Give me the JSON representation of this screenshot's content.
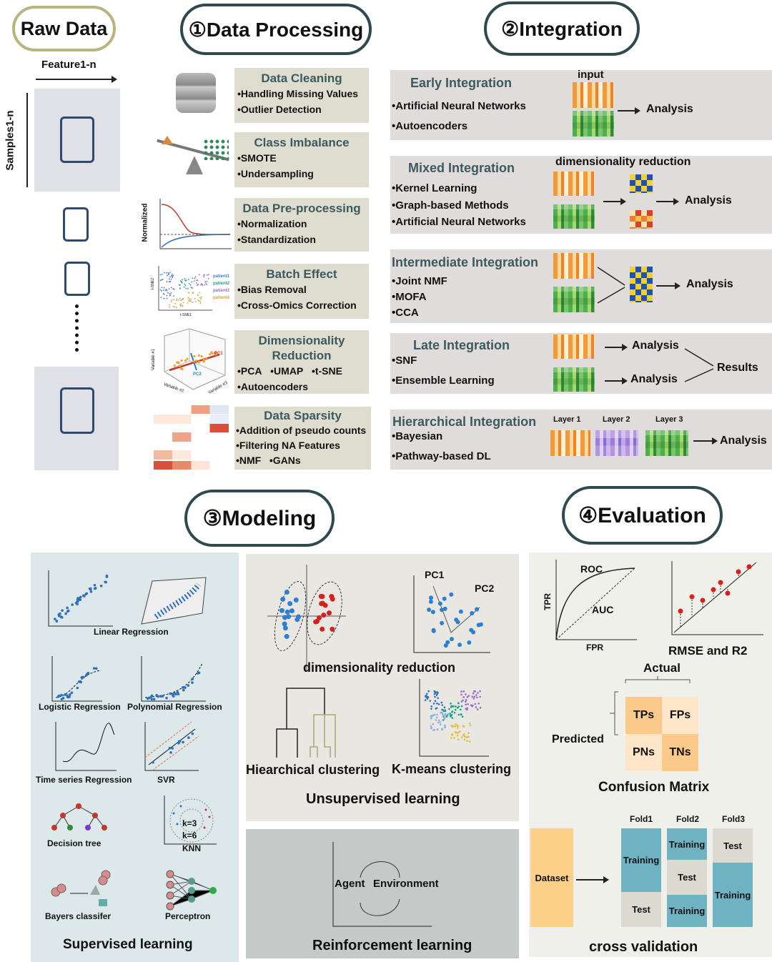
{
  "raw_data": {
    "title": "Raw Data",
    "feature_label": "Feature1-n",
    "samples_label": "Samples1-n"
  },
  "data_processing": {
    "title": "①Data Processing",
    "steps": [
      {
        "title": "Data Cleaning",
        "items": [
          "•Handling Missing Values",
          "•Outlier Detection"
        ]
      },
      {
        "title": "Class Imbalance",
        "items": [
          "•SMOTE",
          "•Undersampling"
        ]
      },
      {
        "title": "Data Pre-processing",
        "items": [
          "•Normalization",
          "•Standardization"
        ]
      },
      {
        "title": "Batch Effect",
        "items": [
          "•Bias Removal",
          "•Cross-Omics Correction"
        ]
      },
      {
        "title": "Dimensionality Reduction",
        "items": [
          "•PCA",
          "•UMAP",
          "•t-SNE",
          "•Autoencoders"
        ]
      },
      {
        "title": "Data Sparsity",
        "items": [
          "•Addition of pseudo counts",
          "•Filtering NA Features",
          "•NMF",
          "•GANs"
        ]
      }
    ],
    "normalized_label": "Normalized",
    "batch_legend": [
      "patient1",
      "patient2",
      "patient3",
      "patient4"
    ],
    "batch_axes": [
      "t-SNE1",
      "t-SNE2"
    ],
    "pca_labels": [
      "PC1",
      "PC2",
      "Variable #1",
      "Variable #2",
      "Variable #3"
    ]
  },
  "integration": {
    "title": "②Integration",
    "early": {
      "title": "Early Integration",
      "items": [
        "•Artificial Neural Networks",
        "•Autoencoders"
      ],
      "input_label": "input",
      "analysis": "Analysis"
    },
    "mixed": {
      "title": "Mixed Integration",
      "items": [
        "•Kernel Learning",
        "•Graph-based Methods",
        "•Artificial Neural Networks"
      ],
      "dr_label": "dimensionality reduction",
      "analysis": "Analysis"
    },
    "intermediate": {
      "title": "Intermediate Integration",
      "items": [
        "•Joint NMF",
        "•MOFA",
        "•CCA"
      ],
      "analysis": "Analysis"
    },
    "late": {
      "title": "Late Integration",
      "items": [
        "•SNF",
        "•Ensemble Learning"
      ],
      "analysis": "Analysis",
      "results": "Results"
    },
    "hierarchical": {
      "title": "Hierarchical Integration",
      "items": [
        "•Bayesian",
        "•Pathway-based DL"
      ],
      "layers": [
        "Layer 1",
        "Layer 2",
        "Layer 3"
      ],
      "analysis": "Analysis"
    }
  },
  "modeling": {
    "title": "③Modeling",
    "supervised": {
      "title": "Supervised learning",
      "linear": "Linear Regression",
      "logistic": "Logistic Regression",
      "polynomial": "Polynomial Regression",
      "timeseries": "Time series Regression",
      "svr": "SVR",
      "tree": "Decision tree",
      "knn": "KNN",
      "k3": "k=3",
      "k6": "k=6",
      "bayes": "Bayers classifer",
      "perceptron": "Perceptron"
    },
    "unsupervised": {
      "title": "Unsupervised learning",
      "dr": "dimensionality reduction",
      "pc1": "PC1",
      "pc2": "PC2",
      "hier": "Hiearchical clustering",
      "kmeans": "K-means clustering"
    },
    "reinforcement": {
      "title": "Reinforcement learning",
      "agent": "Agent",
      "environment": "Environment"
    }
  },
  "evaluation": {
    "title": "④Evaluation",
    "roc": {
      "roc": "ROC",
      "auc": "AUC",
      "tpr": "TPR",
      "fpr": "FPR"
    },
    "rmse": "RMSE and R2",
    "confusion": {
      "title": "Confusion Matrix",
      "actual": "Actual",
      "predicted": "Predicted",
      "cells": [
        "TPs",
        "FPs",
        "PNs",
        "TNs"
      ]
    },
    "cv": {
      "title": "cross validation",
      "dataset": "Dataset",
      "folds": [
        "Fold1",
        "Fold2",
        "Fold3"
      ],
      "training": "Training",
      "test": "Test"
    }
  },
  "colors": {
    "header_border": "#2e4a4f",
    "section_title": "#3c5a5e",
    "dp_box": "#deddd0",
    "band": "#e1dcdc",
    "training": "#6fb3c2",
    "test": "#dcdad0",
    "dataset": "#fdd08a"
  }
}
